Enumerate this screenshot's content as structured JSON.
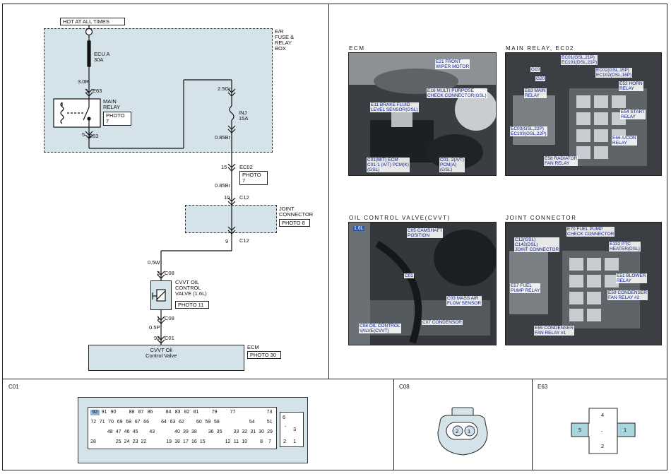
{
  "schematic": {
    "hot_at_all_times": "HOT AT ALL TIMES",
    "er_box_label": "E/R\nFUSE &\nRELAY\nBOX",
    "ecu_fuse": "ECU A\n30A",
    "wire_30r": "3.0R",
    "pin_1_e63": "1",
    "e63_top": "E63",
    "main_relay": "MAIN\nRELAY",
    "photo7_a": "PHOTO\n7",
    "pin_5": "5",
    "e63_bottom": "E63",
    "wire_25gr": "2.5Gr",
    "inj_fuse": "INJ\n15A",
    "wire_085br_a": "0.85Br",
    "pin_15": "15",
    "ec02": "EC02",
    "photo7_b": "PHOTO\n7",
    "wire_085br_b": "0.85Br",
    "pin_10": "10",
    "c12_top": "C12",
    "joint_connector": "JOINT\nCONNECTOR",
    "photo8": "PHOTO 8",
    "pin_9": "9",
    "c12_bottom": "C12",
    "wire_05w": "0.5W",
    "pin_2": "2",
    "c08_top": "C08",
    "cvvt_label": "CVVT OIL\nCONTROL\nVALVE (1.6L)",
    "photo11": "PHOTO 11",
    "pin_1_c08": "1",
    "c08_bottom": "C08",
    "wire_05p": "0.5P",
    "pin_92": "92",
    "c01": "C01",
    "ecm_box_text": "CVVT Oil\nControl Valve",
    "ecm": "ECM",
    "photo30": "PHOTO 30"
  },
  "photos": {
    "ecm": {
      "title": "ECM",
      "labels": [
        "E21 FRONT\nWIPER MOTOR",
        "E16 MULTI PURPOSE\nCHECK CONNECTOR(GSL)",
        "E11 BRAKE FLUID\nLEVEL SENSOR(GSL)",
        "C01(M/T) ECM\nC01-1 (A/T) PCM(K)\n(GSL)",
        "C01- 2(A/T)\nPCM(A)\n(GSL)"
      ]
    },
    "main_relay": {
      "title": "MAIN RELAY, EC02",
      "labels": [
        "EC01(GSL,21P)\nEC101(DSL,21P)",
        "G19",
        "G20",
        "EC02(GSL,15P)\nEC102(DSL,16P)",
        "E52 HORN\nRELAY",
        "E63 MAIN\nRELAY",
        "E54 START\nRELAY",
        "EC03(GSL,22P)\nEC103(GSL,22P)",
        "E66 A/CON\nRELAY",
        "E58 RADIATOR\nFAN RELAY"
      ]
    },
    "oil_control": {
      "title": "OIL CONTROL VALVE(CVVT)",
      "labels": [
        "1.6L",
        "C05 CAMSHAFT\nPOSITION",
        "C01",
        "C03 MASS AIR\nFLOW SENSOR",
        "C08 OIL CONTROL\nVALVE(CVVT)",
        "C07 CONDENSOR"
      ]
    },
    "joint": {
      "title": "JOINT CONNECTOR",
      "labels": [
        "E70 FUEL PUMP\nCHECK CONNECTOR",
        "C12(GSL)\nC142(DSL)\nJOINT CONNECTOR",
        "E132 PTC\nHEATER(DSL)",
        "E51 BLOWER\nRELAY",
        "E57 FUEL\nPUMP RELAY",
        "E59 CONDENSER\nFAN RELAY #2",
        "E55 CONDENSER\nFAN RELAY #1"
      ]
    }
  },
  "connectors": {
    "c01": {
      "title": "C01",
      "row1": [
        "92",
        "91",
        "90",
        "",
        "88",
        "87",
        "86",
        "",
        "84",
        "83",
        "82",
        "81",
        "",
        "79",
        "",
        "77",
        "",
        "",
        "",
        "73"
      ],
      "row2": [
        "72",
        "71",
        "70",
        "69",
        "68",
        "67",
        "66",
        "",
        "64",
        "63",
        "62",
        "",
        "60",
        "59",
        "58",
        "",
        "",
        "",
        "54",
        "",
        "51"
      ],
      "row3": [
        "",
        "",
        "48",
        "47",
        "46",
        "45",
        "",
        "43",
        "",
        "",
        "40",
        "39",
        "38",
        "",
        "36",
        "35",
        "",
        "33",
        "32",
        "31",
        "30",
        "29"
      ],
      "row4": [
        "28",
        "",
        "",
        "25",
        "24",
        "23",
        "22",
        "",
        "",
        "19",
        "18",
        "17",
        "16",
        "15",
        "",
        "",
        "12",
        "11",
        "10",
        "",
        "8",
        "7"
      ],
      "side": [
        "6",
        "-",
        "3",
        "2",
        "1"
      ]
    },
    "c08": {
      "title": "C08",
      "pins": [
        "2",
        "1"
      ]
    },
    "e63": {
      "title": "E63",
      "pins": [
        "4",
        "5",
        "-",
        "1",
        "2"
      ]
    }
  }
}
